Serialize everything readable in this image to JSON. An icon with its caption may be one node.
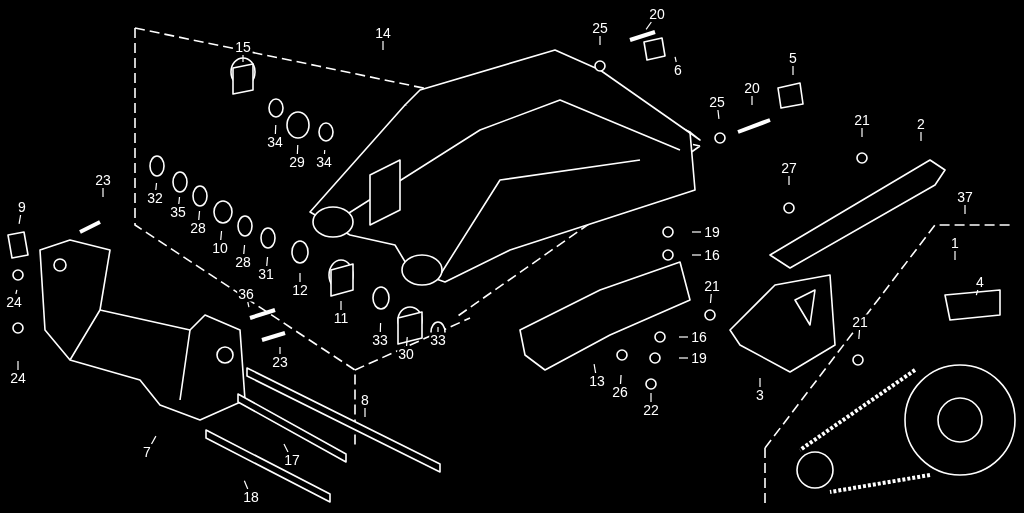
{
  "diagram": {
    "nodes": [
      {
        "text": [
          "20"
        ]
      },
      {
        "text": [
          "25"
        ]
      },
      {
        "text": [
          "14"
        ]
      },
      {
        "text": [
          "15"
        ]
      },
      {
        "text": [
          "5"
        ]
      },
      {
        "text": [
          "6"
        ]
      },
      {
        "text": [
          "20"
        ]
      },
      {
        "text": [
          "25"
        ]
      },
      {
        "text": [
          "21"
        ]
      },
      {
        "text": [
          "2"
        ]
      },
      {
        "text": [
          "34"
        ]
      },
      {
        "text": [
          "29"
        ]
      },
      {
        "text": [
          "34"
        ]
      },
      {
        "text": [
          "27"
        ]
      },
      {
        "text": [
          "23"
        ]
      },
      {
        "text": [
          "37"
        ]
      },
      {
        "text": [
          "32"
        ]
      },
      {
        "text": [
          "9"
        ]
      },
      {
        "text": [
          "35"
        ]
      },
      {
        "text": [
          "28"
        ]
      },
      {
        "text": [
          "19"
        ]
      },
      {
        "text": [
          "1"
        ]
      },
      {
        "text": [
          "10"
        ]
      },
      {
        "text": [
          "16"
        ]
      },
      {
        "text": [
          "28"
        ]
      },
      {
        "text": [
          "31"
        ]
      },
      {
        "text": [
          "4"
        ]
      },
      {
        "text": [
          "21"
        ]
      },
      {
        "text": [
          "12"
        ]
      },
      {
        "text": [
          "36"
        ]
      },
      {
        "text": [
          "24"
        ]
      },
      {
        "text": [
          "11"
        ]
      },
      {
        "text": [
          "16"
        ]
      },
      {
        "text": [
          "33"
        ]
      },
      {
        "text": [
          "33"
        ]
      },
      {
        "text": [
          "30"
        ]
      },
      {
        "text": [
          "21"
        ]
      },
      {
        "text": [
          "19"
        ]
      },
      {
        "text": [
          "23"
        ]
      },
      {
        "text": [
          "24"
        ]
      },
      {
        "text": [
          "13"
        ]
      },
      {
        "text": [
          "26"
        ]
      },
      {
        "text": [
          "3"
        ]
      },
      {
        "text": [
          "8"
        ]
      },
      {
        "text": [
          "22"
        ]
      },
      {
        "text": [
          "7"
        ]
      },
      {
        "text": [
          "17"
        ]
      },
      {
        "text": [
          "18"
        ]
      }
    ],
    "edges": [
      {
        "from": 0,
        "to": null,
        "arrow": "none"
      },
      {
        "from": 1,
        "to": null,
        "arrow": "none"
      },
      {
        "from": 2,
        "to": null,
        "arrow": "none"
      },
      {
        "from": 3,
        "to": null,
        "arrow": "none"
      },
      {
        "from": 4,
        "to": null,
        "arrow": "none"
      },
      {
        "from": 5,
        "to": null,
        "arrow": "none"
      },
      {
        "from": 6,
        "to": null,
        "arrow": "none"
      },
      {
        "from": 7,
        "to": null,
        "arrow": "none"
      },
      {
        "from": 8,
        "to": null,
        "arrow": "none"
      },
      {
        "from": 9,
        "to": null,
        "arrow": "none"
      },
      {
        "from": 10,
        "to": null,
        "arrow": "none"
      },
      {
        "from": 11,
        "to": null,
        "arrow": "none"
      },
      {
        "from": 12,
        "to": null,
        "arrow": "none"
      },
      {
        "from": 13,
        "to": null,
        "arrow": "none"
      },
      {
        "from": 14,
        "to": null,
        "arrow": "none"
      },
      {
        "from": 15,
        "to": null,
        "arrow": "none"
      },
      {
        "from": 16,
        "to": null,
        "arrow": "none"
      },
      {
        "from": 17,
        "to": null,
        "arrow": "none"
      },
      {
        "from": 18,
        "to": null,
        "arrow": "none"
      },
      {
        "from": 19,
        "to": null,
        "arrow": "none"
      },
      {
        "from": 20,
        "to": null,
        "arrow": "none"
      },
      {
        "from": 21,
        "to": null,
        "arrow": "none"
      },
      {
        "from": 22,
        "to": null,
        "arrow": "none"
      },
      {
        "from": 23,
        "to": null,
        "arrow": "none"
      },
      {
        "from": 24,
        "to": null,
        "arrow": "none"
      },
      {
        "from": 25,
        "to": null,
        "arrow": "none"
      },
      {
        "from": 26,
        "to": null,
        "arrow": "none"
      },
      {
        "from": 27,
        "to": null,
        "arrow": "none"
      },
      {
        "from": 28,
        "to": null,
        "arrow": "none"
      },
      {
        "from": 29,
        "to": null,
        "arrow": "none"
      },
      {
        "from": 30,
        "to": null,
        "arrow": "none"
      },
      {
        "from": 31,
        "to": null,
        "arrow": "none"
      },
      {
        "from": 32,
        "to": null,
        "arrow": "none"
      },
      {
        "from": 33,
        "to": null,
        "arrow": "none"
      },
      {
        "from": 34,
        "to": null,
        "arrow": "none"
      },
      {
        "from": 35,
        "to": null,
        "arrow": "none"
      },
      {
        "from": 36,
        "to": null,
        "arrow": "none"
      },
      {
        "from": 37,
        "to": null,
        "arrow": "none"
      },
      {
        "from": 38,
        "to": null,
        "arrow": "none"
      },
      {
        "from": 39,
        "to": null,
        "arrow": "none"
      },
      {
        "from": 40,
        "to": null,
        "arrow": "none"
      },
      {
        "from": 41,
        "to": null,
        "arrow": "none"
      },
      {
        "from": 42,
        "to": null,
        "arrow": "none"
      },
      {
        "from": 43,
        "to": null,
        "arrow": "none"
      },
      {
        "from": 44,
        "to": null,
        "arrow": "none"
      },
      {
        "from": 45,
        "to": null,
        "arrow": "none"
      },
      {
        "from": 46,
        "to": null,
        "arrow": "none"
      },
      {
        "from": 47,
        "to": null,
        "arrow": "none"
      }
    ]
  }
}
